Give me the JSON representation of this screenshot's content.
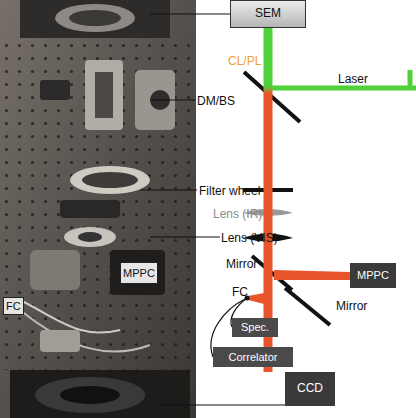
{
  "diagram": {
    "nodes": [
      {
        "text": [
          "SEM"
        ]
      },
      {
        "text": [
          "MPPC"
        ]
      },
      {
        "text": [
          "MPPC"
        ]
      },
      {
        "text": [
          "FC"
        ]
      },
      {
        "text": [
          "Spec."
        ]
      },
      {
        "text": [
          "Correlator"
        ]
      },
      {
        "text": [
          "CCD"
        ]
      }
    ],
    "edges": [
      {
        "from": 0,
        "to": 6,
        "arrow": "none"
      }
    ],
    "labels": [
      "CL/PL",
      "Laser",
      "DM/BS",
      "Filter wheel",
      "Lens (IR)",
      "Lens (VIS)",
      "Mirror",
      "FC",
      "Mirror"
    ]
  }
}
